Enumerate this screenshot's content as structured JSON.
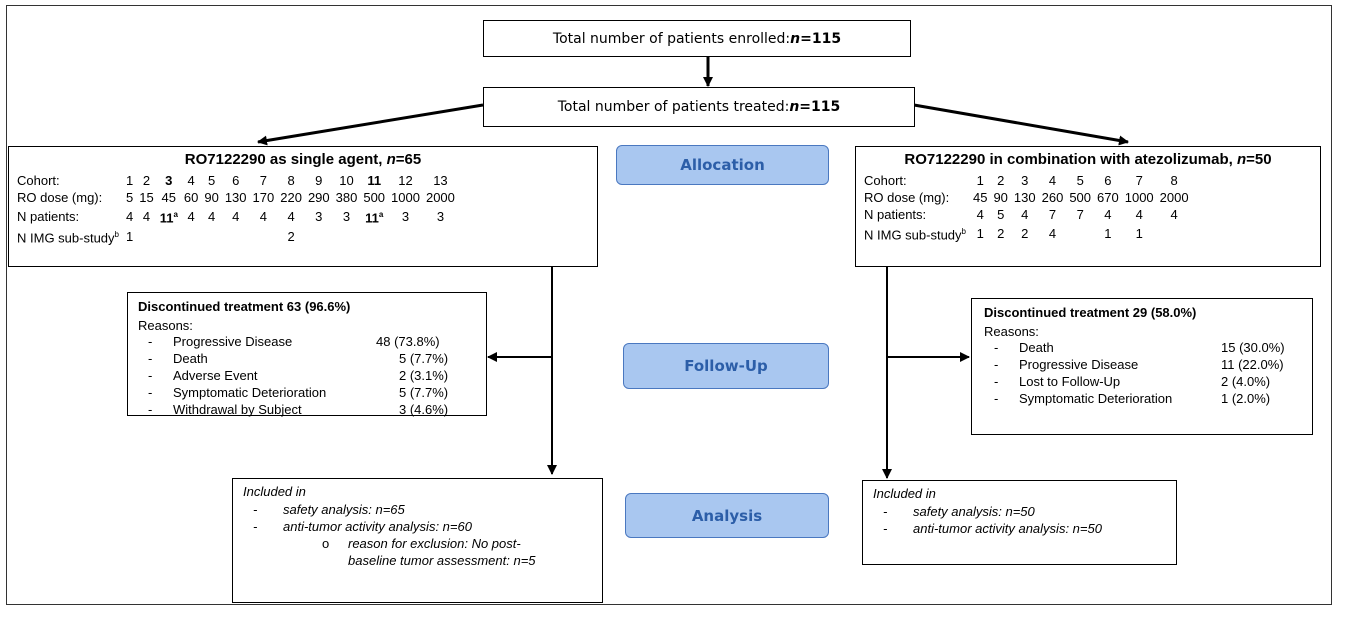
{
  "enrolled": {
    "label": "Total number of patients enrolled: ",
    "n_prefix": "n",
    "n_value": "=115"
  },
  "treated": {
    "label": "Total number of patients treated: ",
    "n_prefix": "n",
    "n_value": "=115"
  },
  "phases": {
    "allocation": "Allocation",
    "follow_up": "Follow-Up",
    "analysis": "Analysis"
  },
  "single": {
    "title_main": "RO7122290 as single agent, ",
    "title_n": "n",
    "title_value": "=65",
    "row_labels": {
      "cohort": "Cohort:",
      "dose": "RO dose (mg):",
      "patients": "N patients:",
      "img": "N IMG sub-study"
    },
    "img_sup": "b",
    "cohorts": [
      "1",
      "2",
      "3",
      "4",
      "5",
      "6",
      "7",
      "8",
      "9",
      "10",
      "11",
      "12",
      "13"
    ],
    "doses": [
      "5",
      "15",
      "45",
      "60",
      "90",
      "130",
      "170",
      "220",
      "290",
      "380",
      "500",
      "1000",
      "2000"
    ],
    "patients": [
      "4",
      "4",
      "11",
      "4",
      "4",
      "4",
      "4",
      "4",
      "3",
      "3",
      "11",
      "3",
      "3"
    ],
    "patients_sup": "a",
    "img": [
      "1",
      "",
      "",
      "",
      "",
      "",
      "",
      "2",
      "",
      "",
      "",
      "",
      ""
    ]
  },
  "combo": {
    "title": "RO7122290 in combination with atezolizumab, ",
    "title_n": "n",
    "title_value": "=50",
    "row_labels": {
      "cohort": "Cohort:",
      "dose": "RO dose (mg):",
      "patients": "N patients:",
      "img": "N IMG sub-study"
    },
    "img_sup": "b",
    "cohorts": [
      "1",
      "2",
      "3",
      "4",
      "5",
      "6",
      "7",
      "8"
    ],
    "doses": [
      "45",
      "90",
      "130",
      "260",
      "500",
      "670",
      "1000",
      "2000"
    ],
    "patients": [
      "4",
      "5",
      "4",
      "7",
      "7",
      "4",
      "4",
      "4"
    ],
    "img": [
      "1",
      "2",
      "2",
      "4",
      "",
      "1",
      "1",
      ""
    ]
  },
  "single_disc": {
    "header": "Discontinued treatment  63 (96.6%)",
    "reasons_label": "Reasons:",
    "reasons": [
      {
        "label": "Progressive Disease",
        "value": "48 (73.8%)"
      },
      {
        "label": "Death",
        "value": "5 (7.7%)"
      },
      {
        "label": "Adverse Event",
        "value": "2 (3.1%)"
      },
      {
        "label": "Symptomatic Deterioration",
        "value": "5 (7.7%)"
      },
      {
        "label": "Withdrawal by Subject",
        "value": "3 (4.6%)"
      }
    ]
  },
  "combo_disc": {
    "header": "Discontinued treatment  29 (58.0%)",
    "reasons_label": "Reasons:",
    "reasons": [
      {
        "label": "Death",
        "value": "15 (30.0%)"
      },
      {
        "label": "Progressive Disease",
        "value": "11 (22.0%)"
      },
      {
        "label": "Lost to Follow-Up",
        "value": "2 (4.0%)"
      },
      {
        "label": "Symptomatic Deterioration",
        "value": "1 (2.0%)"
      }
    ]
  },
  "single_analysis": {
    "included": "Included in",
    "safety": "safety analysis:  n=65",
    "antitumor": "anti-tumor activity analysis: n=60",
    "exclusion_bullet": "o",
    "exclusion_1": "reason for exclusion: No post-",
    "exclusion_2": "baseline tumor assessment: n=5"
  },
  "combo_analysis": {
    "included": "Included in",
    "safety": "safety analysis:  n=50",
    "antitumor": "anti-tumor activity analysis: n=50"
  },
  "dash": "-"
}
